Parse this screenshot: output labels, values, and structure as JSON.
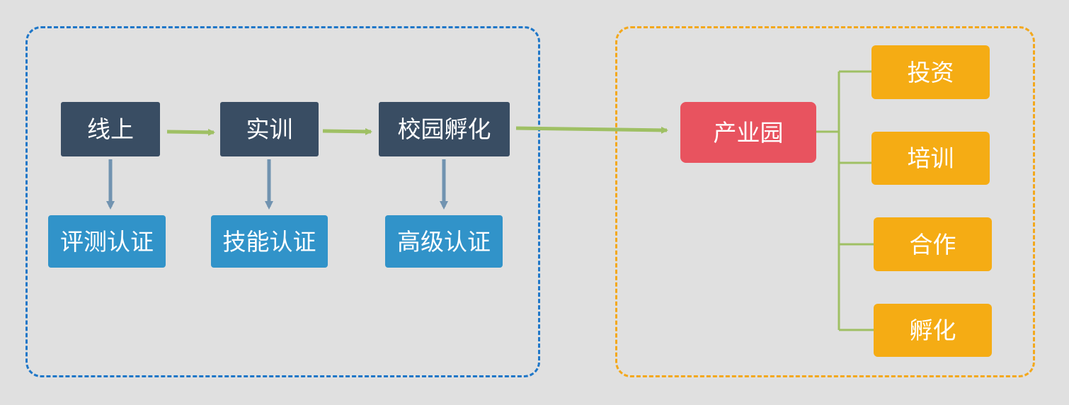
{
  "colors": {
    "background": "#e0e0e0",
    "left_frame": "#1f77c8",
    "right_frame": "#f3a81c",
    "stage_fill": "#394d63",
    "cert_fill": "#3193c9",
    "park_fill": "#e8535f",
    "service_fill": "#f5ac14",
    "flow_arrow": "#9fc064",
    "down_arrow": "#7193b0"
  },
  "stages": [
    {
      "label": "线上"
    },
    {
      "label": "实训"
    },
    {
      "label": "校园孵化"
    }
  ],
  "certifications": [
    {
      "label": "评测认证"
    },
    {
      "label": "技能认证"
    },
    {
      "label": "高级认证"
    }
  ],
  "park": {
    "label": "产业园"
  },
  "services": [
    {
      "label": "投资"
    },
    {
      "label": "培训"
    },
    {
      "label": "合作"
    },
    {
      "label": "孵化"
    }
  ]
}
